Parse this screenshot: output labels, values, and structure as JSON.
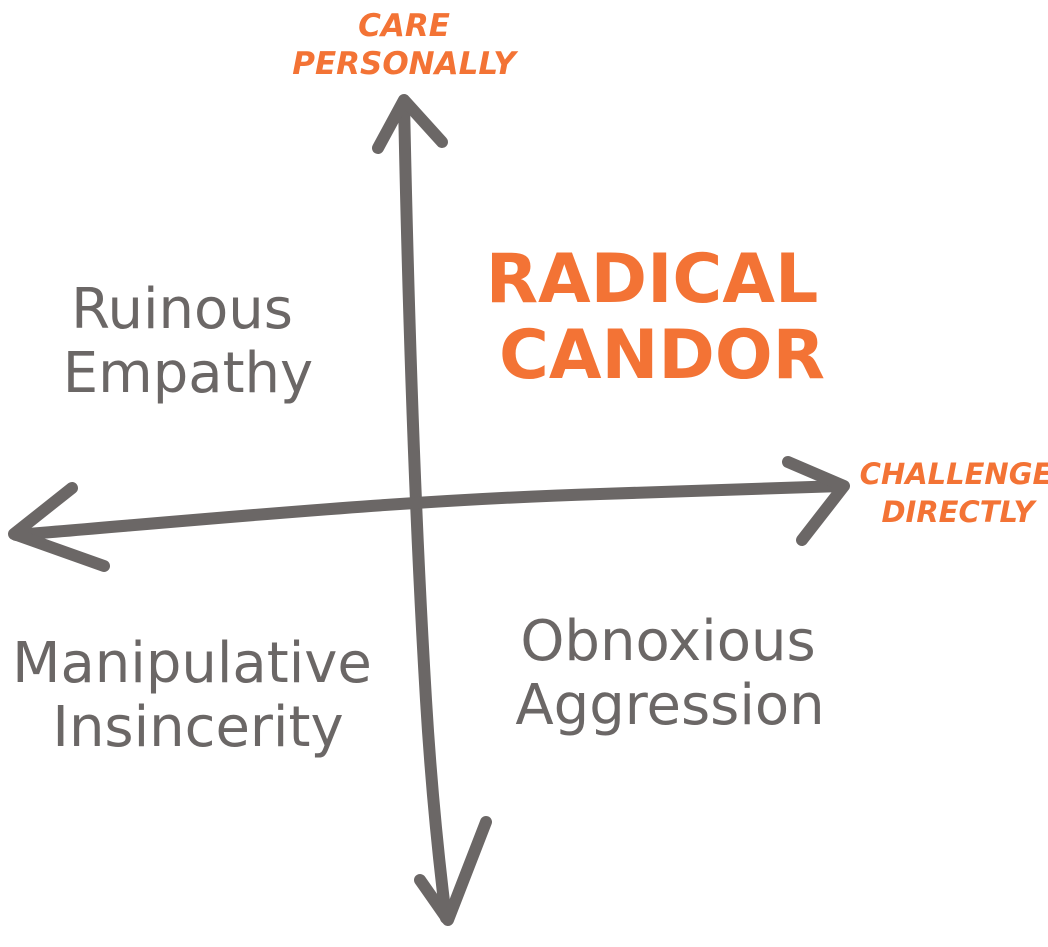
{
  "diagram": {
    "colors": {
      "axis": "#6b6766",
      "accent": "#f37335",
      "text": "#6b6766"
    },
    "axes": {
      "vertical_label_line1": "CARE",
      "vertical_label_line2": "PERSONALLY",
      "horizontal_label_line1": "CHALLENGE",
      "horizontal_label_line2": "DIRECTLY"
    },
    "quadrants": {
      "top_left_line1": "Ruinous",
      "top_left_line2": "Empathy",
      "top_right_line1": "RADICAL",
      "top_right_line2": "CANDOR",
      "bottom_left_line1": "Manipulative",
      "bottom_left_line2": "Insincerity",
      "bottom_right_line1": "Obnoxious",
      "bottom_right_line2": "Aggression"
    }
  }
}
